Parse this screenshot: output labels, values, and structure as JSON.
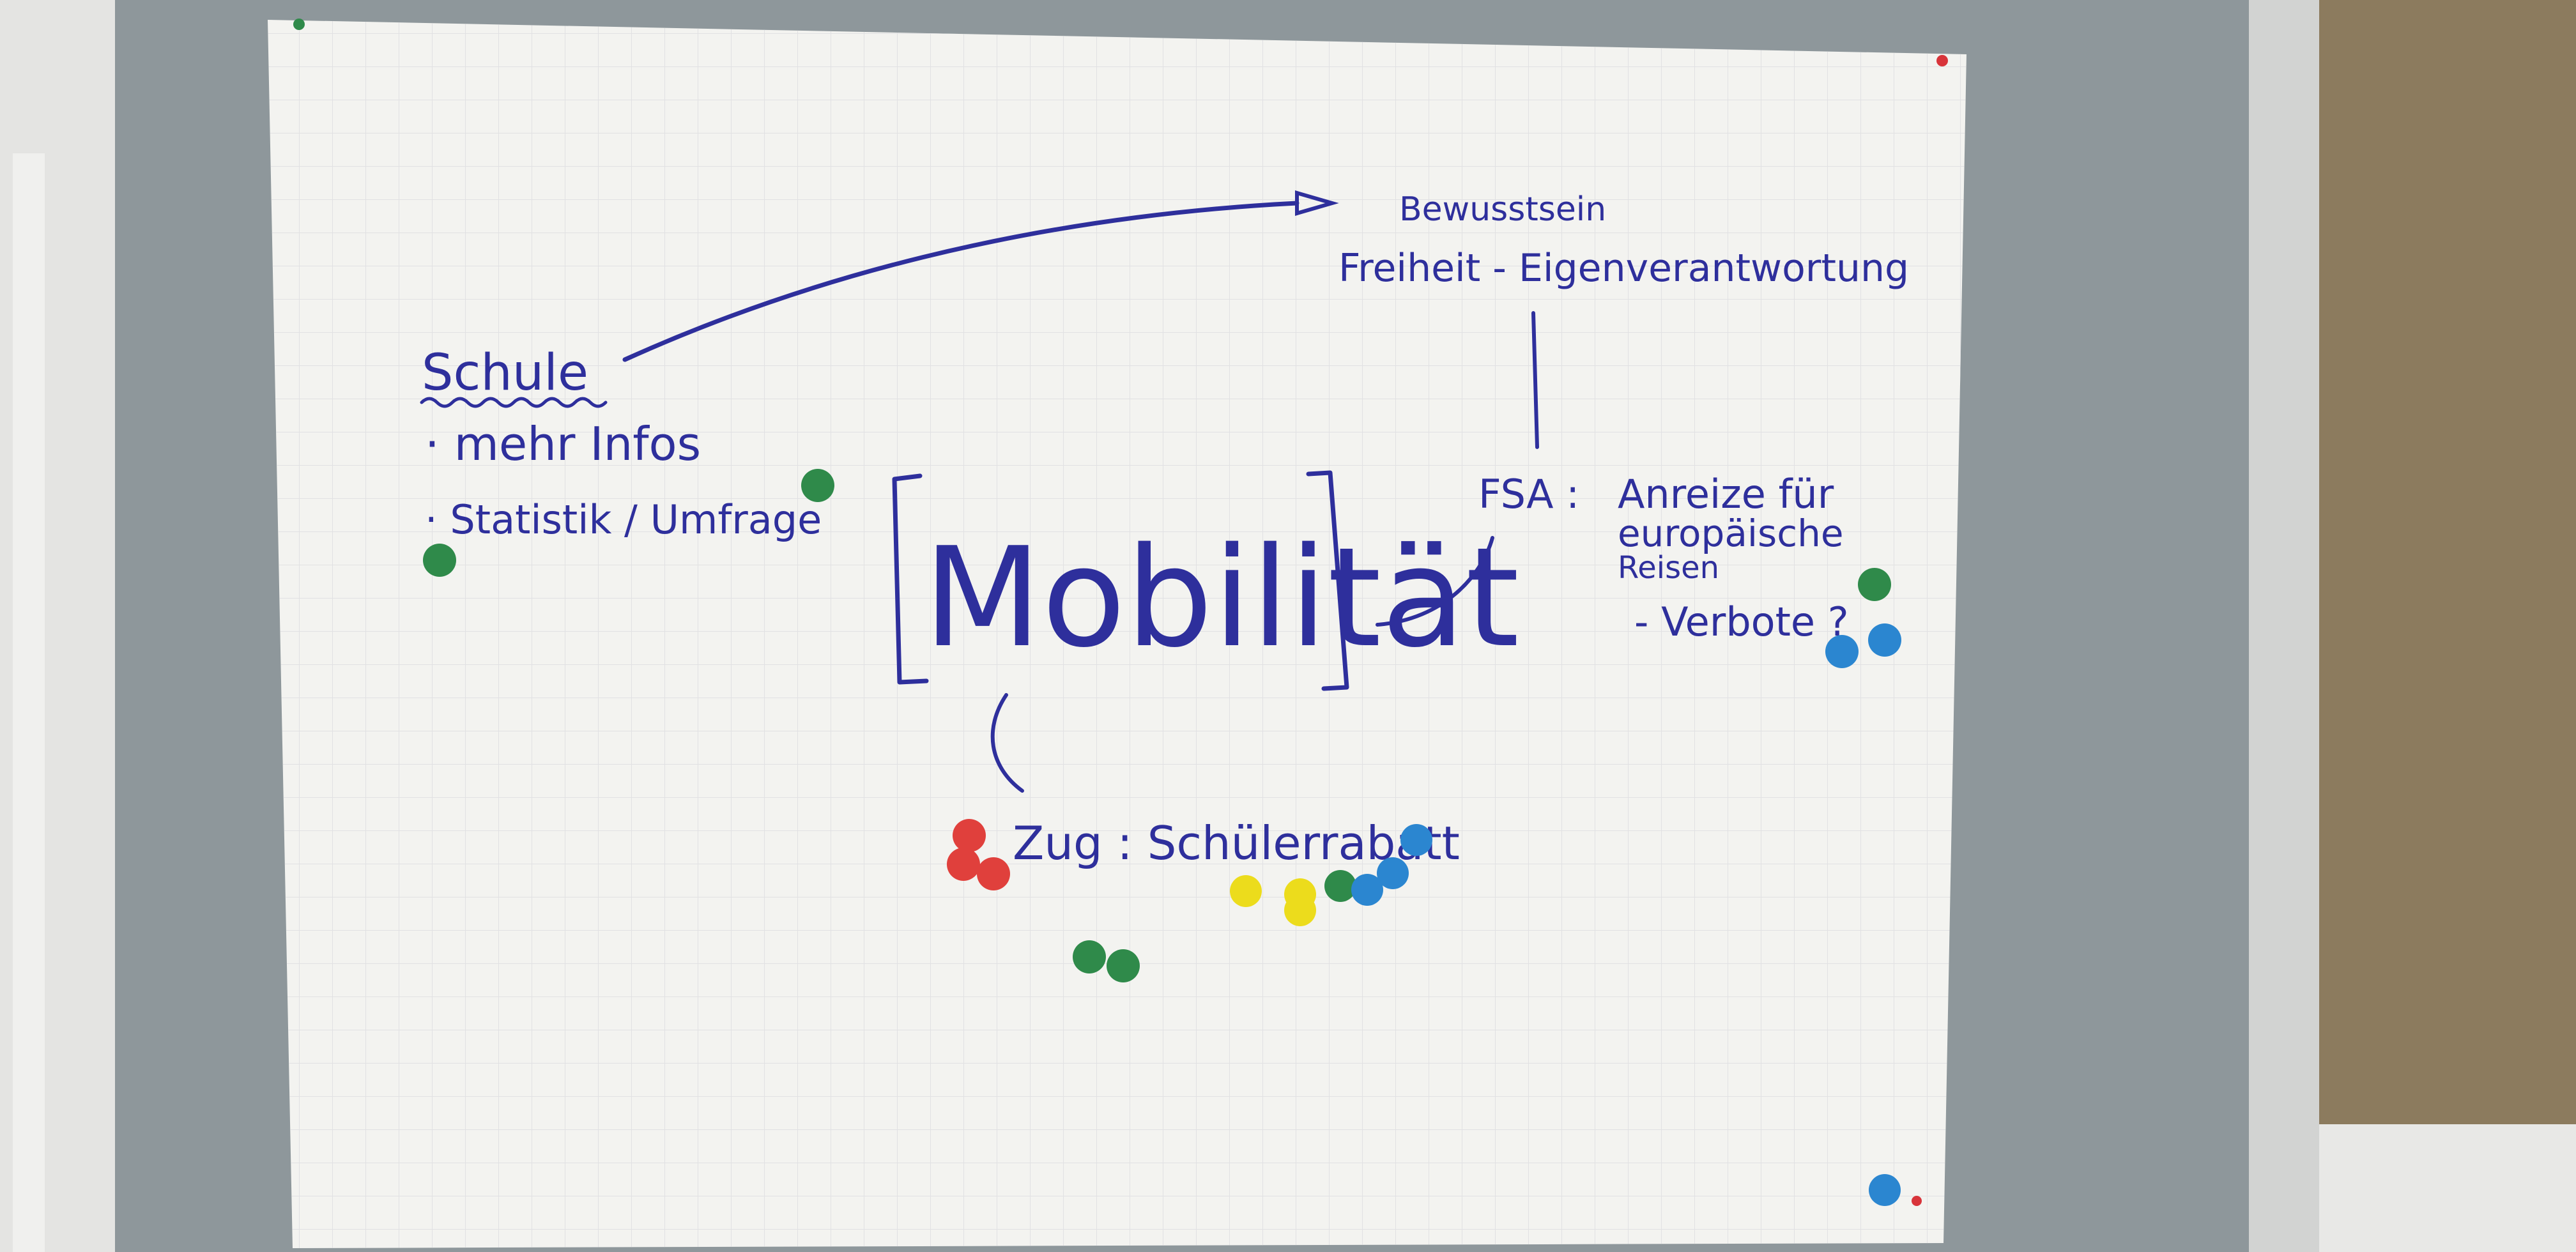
{
  "flipchart": {
    "title": "Mobilität",
    "top_note": {
      "line1": "Bewusstsein",
      "line2": "Freiheit - Eigenverantwortung"
    },
    "school": {
      "heading": "Schule",
      "items": [
        "· mehr Infos",
        "· Statistik / Umfrage"
      ]
    },
    "fsa": {
      "label": "FSA :",
      "lines": [
        "Anreize für",
        "europäische",
        "Reisen",
        "- Verbote ?"
      ]
    },
    "train": {
      "text": "Zug : Schülerrabatt"
    }
  },
  "colors": {
    "ink": "#2e2f9c",
    "paper": "#f3f3f0",
    "board": "#8e979b",
    "dot_red": "#e0403c",
    "dot_green": "#2f8a4a",
    "dot_blue": "#2b86d0",
    "dot_yellow": "#ecdc1c"
  }
}
